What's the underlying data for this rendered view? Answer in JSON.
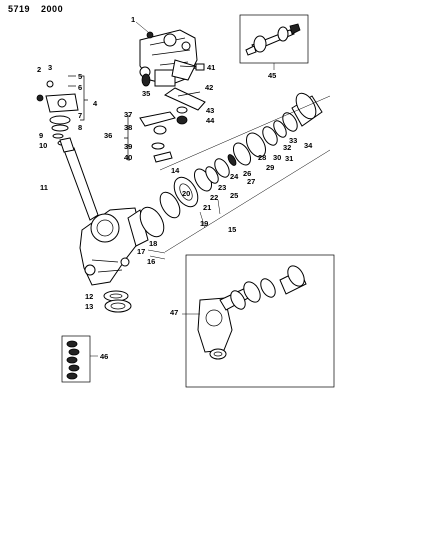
{
  "header": {
    "code": "5719",
    "number": "2000"
  },
  "callouts": [
    "1",
    "2",
    "3",
    "4",
    "5",
    "6",
    "7",
    "8",
    "9",
    "10",
    "11",
    "12",
    "13",
    "14",
    "15",
    "16",
    "17",
    "18",
    "19",
    "20",
    "21",
    "22",
    "23",
    "24",
    "25",
    "26",
    "27",
    "28",
    "29",
    "30",
    "31",
    "32",
    "33",
    "34",
    "35",
    "36",
    "37",
    "38",
    "39",
    "40",
    "41",
    "42",
    "43",
    "44",
    "45",
    "46",
    "47"
  ]
}
